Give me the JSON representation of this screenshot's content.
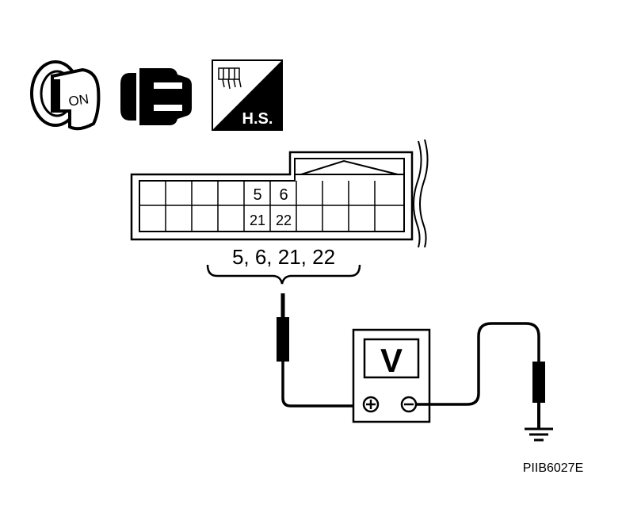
{
  "icons": {
    "ignition_text": "ON",
    "harness_side_text": "H.S."
  },
  "connector": {
    "top_terminals": [
      "5",
      "6"
    ],
    "bottom_terminals": [
      "21",
      "22"
    ],
    "terminal_list": "5, 6, 21, 22"
  },
  "meter": {
    "mode": "V",
    "positive_symbol": "⊕",
    "negative_symbol": "⊖"
  },
  "figure_code": "PIIB6027E"
}
